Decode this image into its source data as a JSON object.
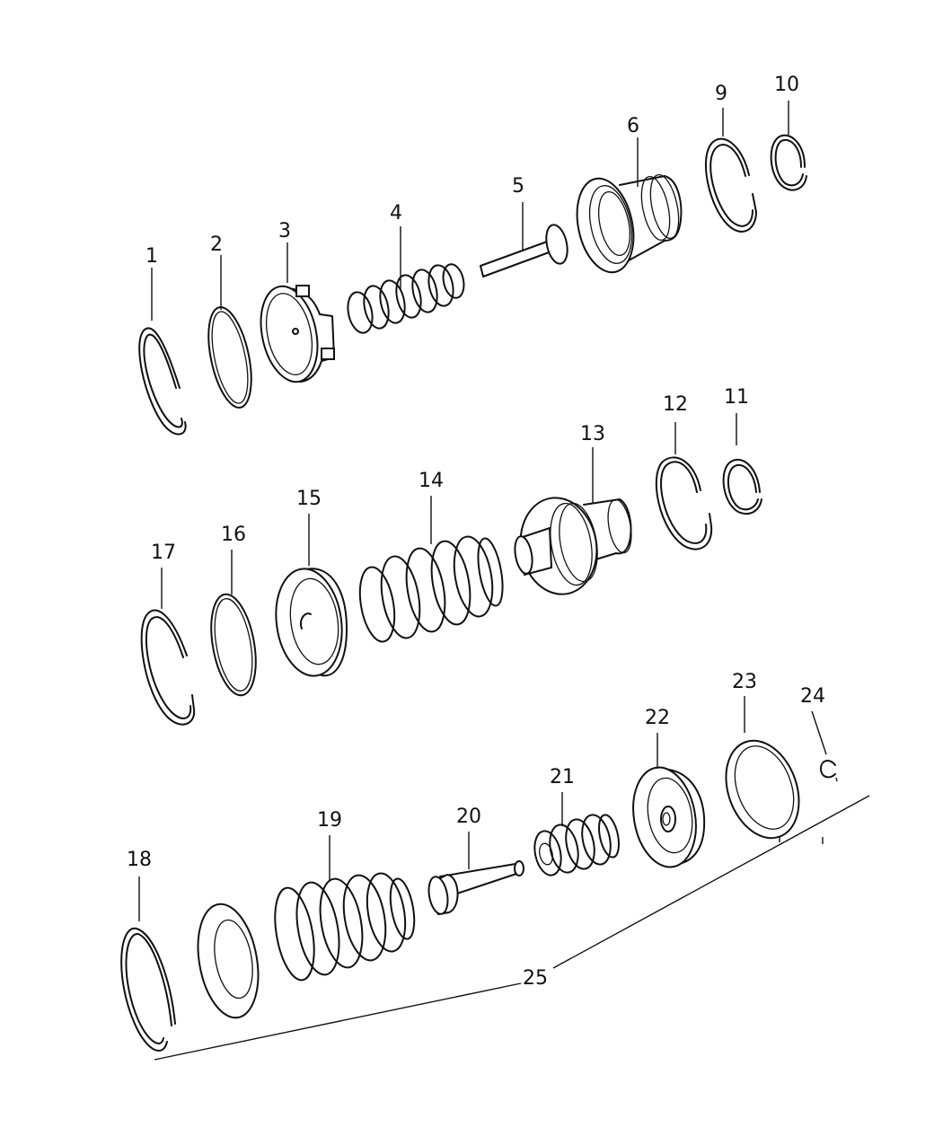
{
  "callouts": {
    "c1": "1",
    "c2": "2",
    "c3": "3",
    "c4": "4",
    "c5": "5",
    "c6": "6",
    "c9": "9",
    "c10": "10",
    "c11": "11",
    "c12": "12",
    "c13": "13",
    "c14": "14",
    "c15": "15",
    "c16": "16",
    "c17": "17",
    "c18": "18",
    "c19": "19",
    "c20": "20",
    "c21": "21",
    "c22": "22",
    "c23": "23",
    "c24": "24",
    "c25": "25"
  }
}
